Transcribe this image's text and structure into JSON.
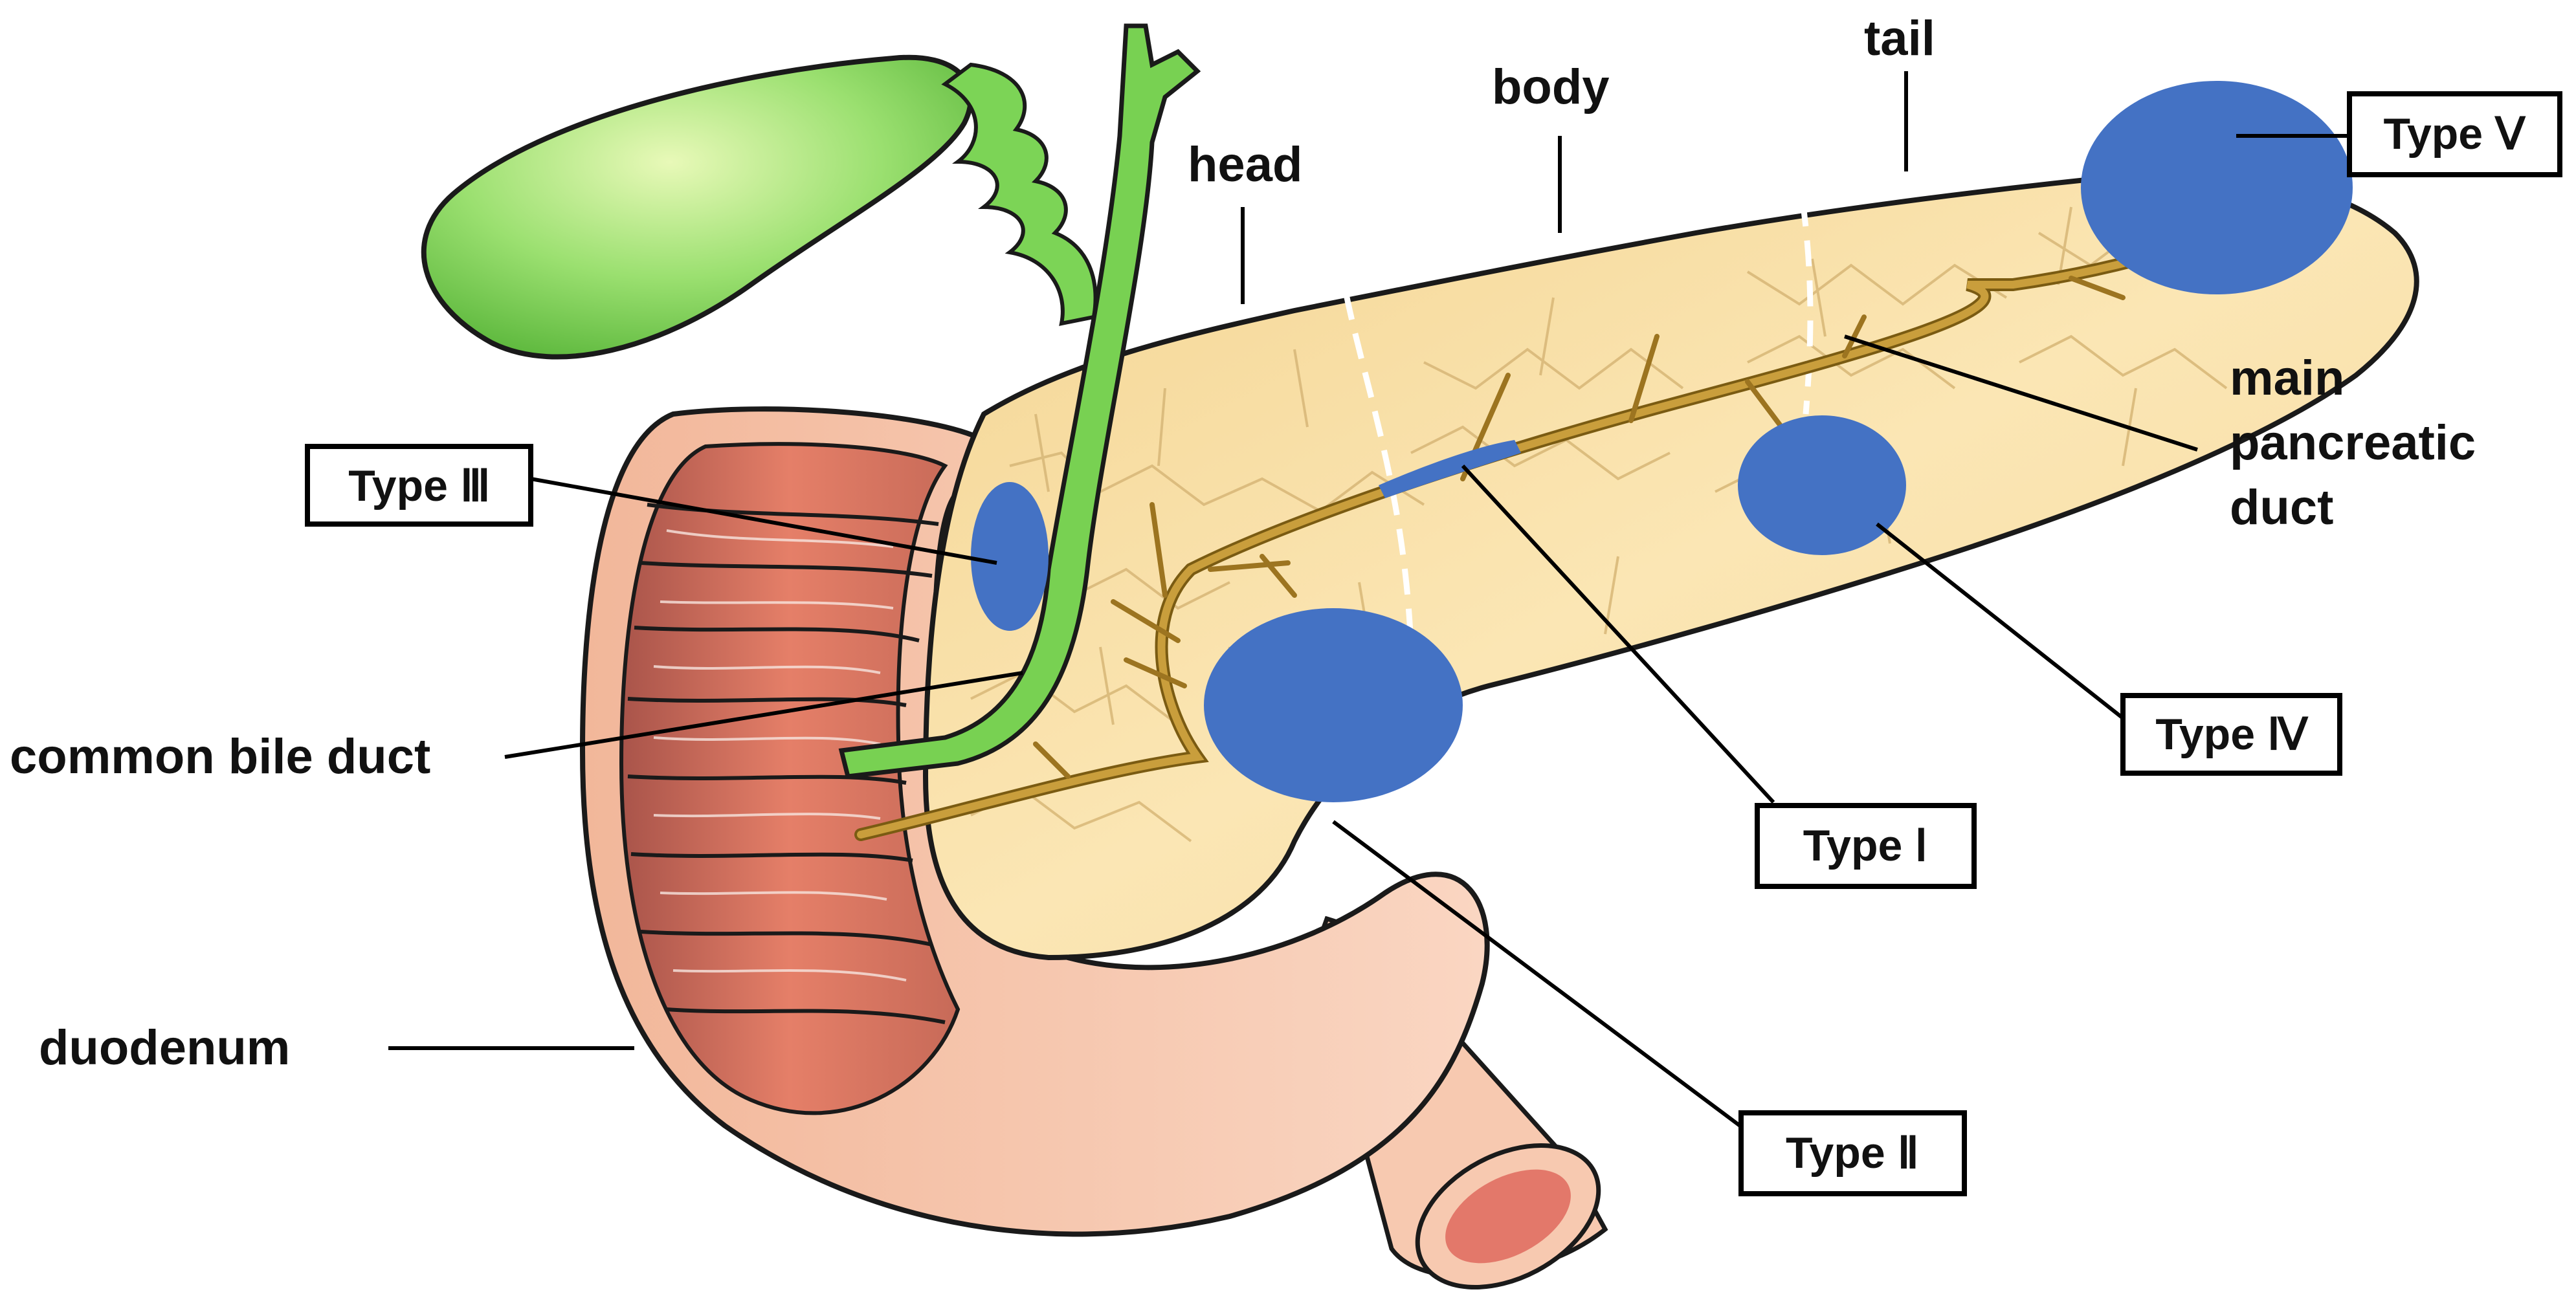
{
  "labels": {
    "head": "head",
    "body": "body",
    "tail": "tail",
    "main_duct_line1": "main",
    "main_duct_line2": "pancreatic",
    "main_duct_line3": "duct",
    "common_bile_duct": "common bile duct",
    "duodenum": "duodenum"
  },
  "types": {
    "type_1": "Type Ⅰ",
    "type_2": "Type Ⅱ",
    "type_3": "Type Ⅲ",
    "type_4": "Type Ⅳ",
    "type_5": "Type Ⅴ"
  },
  "colors": {
    "lesion": "#4472C4",
    "pancreas": "#F8DEA0",
    "pancreas_lobule_line": "#D9B97A",
    "pancreatic_duct": "#B8902E",
    "gallbladder": "#8FDB6A",
    "bile_duct": "#6CC24A",
    "duodenum_outer": "#F6C8AC",
    "duodenum_mucosa": "#D9806A",
    "outline": "#1A1A1A"
  }
}
